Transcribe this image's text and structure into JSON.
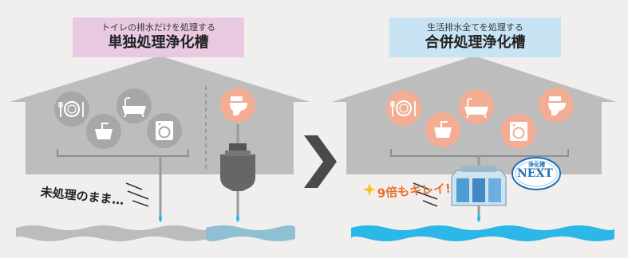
{
  "left": {
    "subtitle": "トイレの排水だけを処理する",
    "title": "単独処理浄化槽",
    "caption": "未処理のまま…"
  },
  "right": {
    "subtitle": "生活排水全てを処理する",
    "title": "合併処理浄化槽",
    "caption": "9倍もキレイ!",
    "badge_top": "浄化槽",
    "badge_main": "NEXT"
  },
  "colors": {
    "house": "#bdbdbd",
    "icon_gray": "#a7a7a7",
    "icon_orange": "#f3ad93",
    "left_label_bg": "#e8c9e1",
    "right_label_bg": "#c8e4f4",
    "water_gray": "#bcbcbc",
    "water_blue": "#2bb8e8",
    "arrow": "#4a4a4a",
    "accent_orange": "#e8722b"
  },
  "icons": [
    "plate-fork-icon",
    "sink-icon",
    "bathtub-icon",
    "washing-machine-icon",
    "toilet-icon"
  ]
}
